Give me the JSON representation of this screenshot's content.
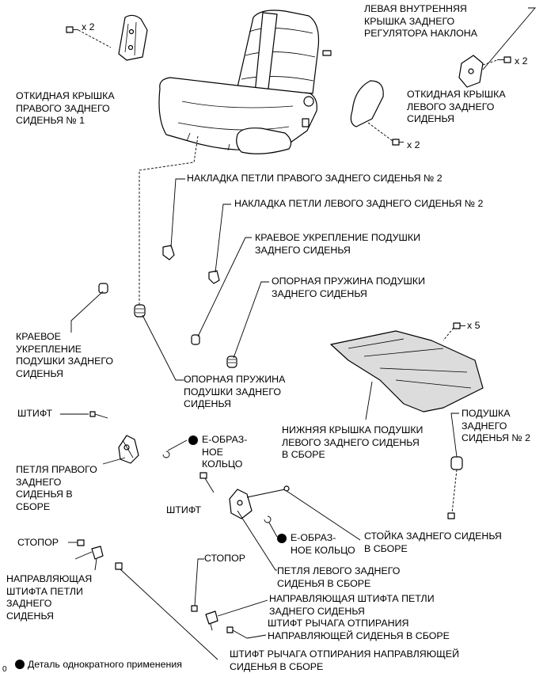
{
  "labels": {
    "right_seat_cover": "ОТКИДНАЯ КРЫШКА\nПРАВОГО ЗАДНЕГО\nСИДЕНЬЯ № 1",
    "left_inner_cover": "ЛЕВАЯ ВНУТРЕННЯЯ\nКРЫШКА ЗАДНЕГО\nРЕГУЛЯТОРА НАКЛОНА",
    "left_seat_cover": "ОТКИДНАЯ КРЫШКА\nЛЕВОГО ЗАДНЕГО\nСИДЕНЬЯ",
    "right_hinge_trim": "НАКЛАДКА ПЕТЛИ ПРАВОГО ЗАДНЕГО СИДЕНЬЯ № 2",
    "left_hinge_trim": "НАКЛАДКА ПЕТЛИ ЛЕВОГО ЗАДНЕГО СИДЕНЬЯ № 2",
    "edge_reinforcement_right": "КРАЕВОЕ УКРЕПЛЕНИЕ ПОДУШКИ\nЗАДНЕГО СИДЕНЬЯ",
    "support_spring_right": "ОПОРНАЯ ПРУЖИНА ПОДУШКИ\nЗАДНЕГО СИДЕНЬЯ",
    "edge_reinforcement_left": "КРАЕВОЕ\nУКРЕПЛЕНИЕ\nПОДУШКИ ЗАДНЕГО\nСИДЕНЬЯ",
    "support_spring_left": "ОПОРНАЯ ПРУЖИНА\nПОДУШКИ ЗАДНЕГО\nСИДЕНЬЯ",
    "pin_1": "ШТИФТ",
    "e_ring_1": "Е-ОБРАЗ-\nНОЕ\nКОЛЬЦО",
    "right_hinge_assy": "ПЕТЛЯ ПРАВОГО\nЗАДНЕГО\nСИДЕНЬЯ В\nСБОРЕ",
    "pin_2": "ШТИФТ",
    "lower_cover": "НИЖНЯЯ КРЫШКА ПОДУШКИ\nЛЕВОГО ЗАДНЕГО СИДЕНЬЯ\nВ СБОРЕ",
    "cushion_2": "ПОДУШКА\nЗАДНЕГО\nСИДЕНЬЯ № 2",
    "stopper_1": "СТОПОР",
    "guide_pin_left": "НАПРАВЛЯЮЩАЯ\nШТИФТА ПЕТЛИ\nЗАДНЕГО\nСИДЕНЬЯ",
    "e_ring_2": "Е-ОБРАЗ-\nНОЕ КОЛЬЦО",
    "seat_leg": "СТОЙКА ЗАДНЕГО СИДЕНЬЯ\nВ СБОРЕ",
    "left_hinge_assy": "ПЕТЛЯ ЛЕВОГО ЗАДНЕГО\nСИДЕНЬЯ В СБОРЕ",
    "stopper_2": "СТОПОР",
    "guide_pin_right": "НАПРАВЛЯЮЩАЯ ШТИФТА ПЕТЛИ\nЗАДНЕГО СИДЕНЬЯ",
    "lever_pin_1": "ШТИФТ РЫЧАГА ОТПИРАНИЯ\nНАПРАВЛЯЮЩЕЙ СИДЕНЬЯ В СБОРЕ",
    "lever_pin_2": "ШТИФТ РЫЧАГА ОТПИРАНИЯ НАПРАВЛЯЮЩЕЙ\nСИДЕНЬЯ В СБОРЕ",
    "legend": "Деталь однократного применения",
    "code": "0"
  },
  "quantities": {
    "right_cover_bolts": "x 2",
    "left_inner_bolts": "x 2",
    "left_cover_bolts": "x 2",
    "lower_cover_bolts": "x 5"
  }
}
